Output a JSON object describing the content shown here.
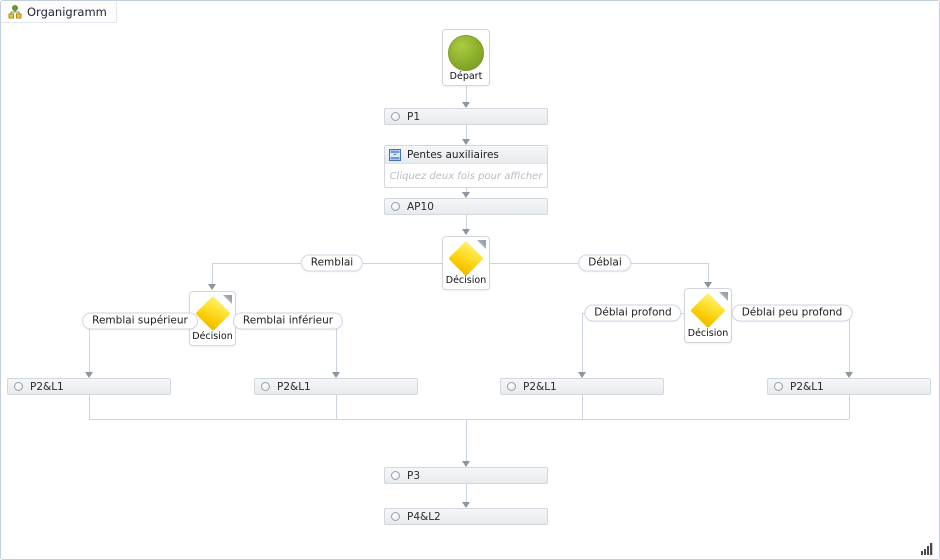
{
  "window": {
    "title": "Organigramme"
  },
  "nodes": {
    "start": {
      "label": "Départ"
    },
    "p1": {
      "label": "P1"
    },
    "pentes": {
      "title": "Pentes auxiliaires",
      "hint": "Cliquez deux fois pour afficher"
    },
    "ap10": {
      "label": "AP10"
    },
    "decision_main": {
      "label": "Décision"
    },
    "decision_left": {
      "label": "Décision"
    },
    "decision_right": {
      "label": "Décision"
    },
    "p2l1": [
      "P2&L1",
      "P2&L1",
      "P2&L1",
      "P2&L1"
    ],
    "p3": {
      "label": "P3"
    },
    "p4l2": {
      "label": "P4&L2"
    }
  },
  "branches": {
    "remblai": "Remblai",
    "deblai": "Déblai",
    "remblai_sup": "Remblai supérieur",
    "remblai_inf": "Remblai inférieur",
    "deblai_profond": "Déblai profond",
    "deblai_peu": "Déblai peu profond"
  },
  "colors": {
    "start_green": "#8db02c",
    "decision_yellow": "#ffd200",
    "box_gray": "#eceef1",
    "line": "#ccd4e0",
    "arrow": "#8e959e",
    "border": "#c3cede"
  }
}
